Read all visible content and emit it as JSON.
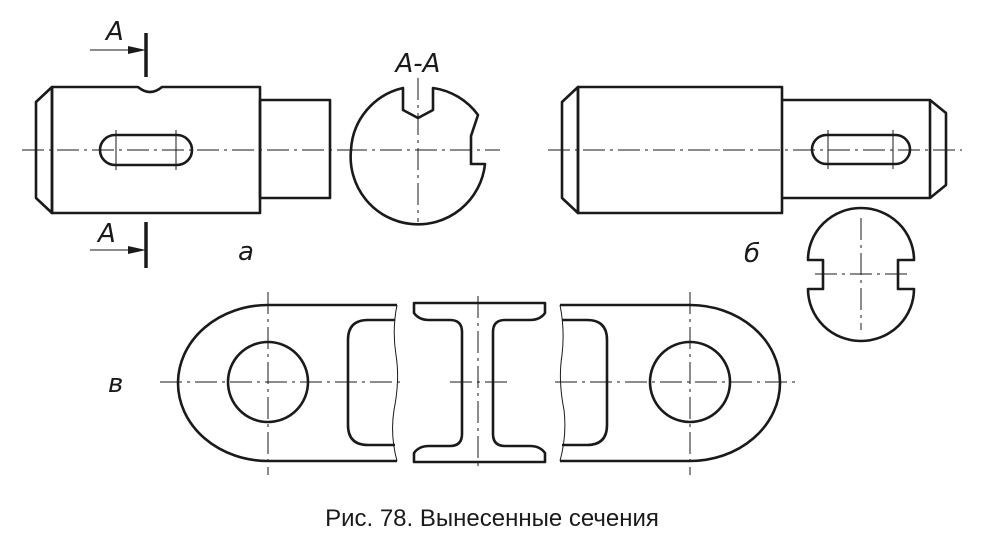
{
  "labels": {
    "cut_mark_top": "A",
    "cut_mark_bottom": "A",
    "section_title": "A-A",
    "view_a": "a",
    "view_b": "б",
    "view_v": "в"
  },
  "caption": "Рис. 78. Вынесенные сечения"
}
